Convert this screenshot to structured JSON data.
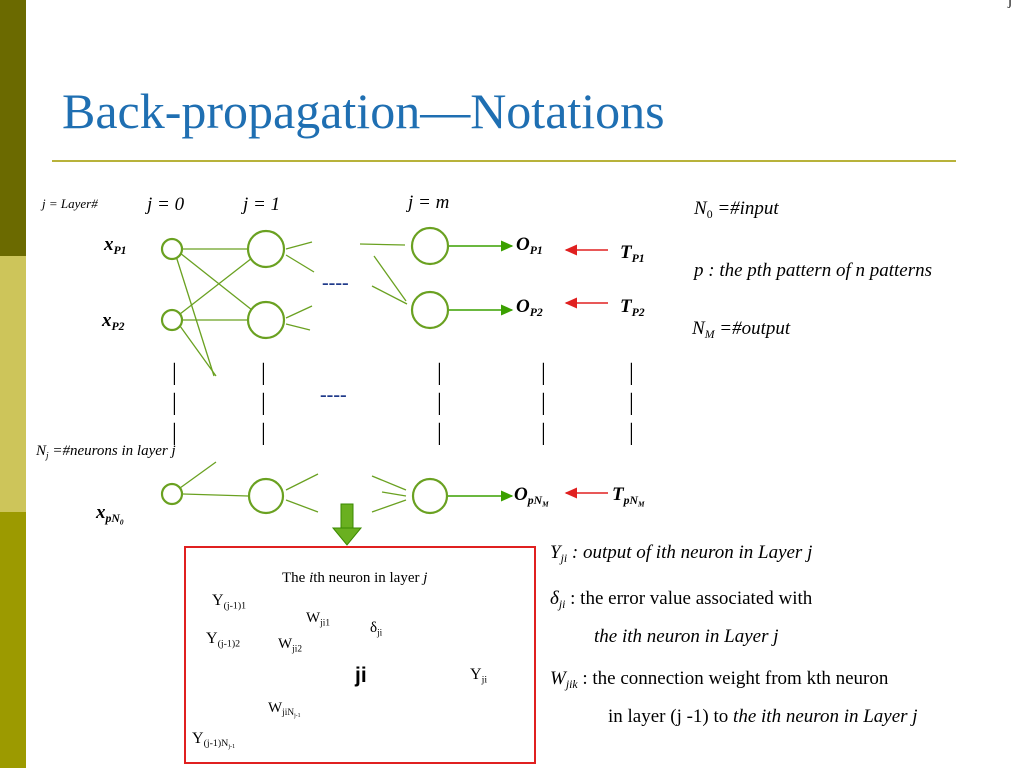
{
  "slide": {
    "title": "Back-propagation—Notations",
    "corner_mark": "j"
  },
  "colors": {
    "title": "#1f6fb2",
    "rule": "#b8b23a",
    "sidebar": [
      "#6b6a00",
      "#cdc55a",
      "#9c9a00"
    ],
    "node": "#6aa121",
    "arrow_green": "#3aa000",
    "arrow_red": "#e02020",
    "dashes": "#1f3a8a",
    "inset_border": "#e02020"
  },
  "network": {
    "layer_label": "j = Layer#",
    "layer_headers": [
      "j = 0",
      "j = 1",
      "j = m"
    ],
    "inputs": [
      {
        "base": "x",
        "sub": "P1"
      },
      {
        "base": "x",
        "sub": "P2"
      },
      {
        "base": "x",
        "sub": "pN",
        "subsub": "0"
      }
    ],
    "outputs": [
      {
        "base": "O",
        "sub": "P1"
      },
      {
        "base": "O",
        "sub": "P2"
      },
      {
        "base": "O",
        "sub": "pN",
        "subsub": "M"
      }
    ],
    "targets": [
      {
        "base": "T",
        "sub": "P1"
      },
      {
        "base": "T",
        "sub": "P2"
      },
      {
        "base": "T",
        "sub": "pN",
        "subsub": "M"
      }
    ],
    "dashes": [
      "----",
      "----"
    ],
    "vbar": "|",
    "neurons_def": {
      "base": "N",
      "sub": "j",
      "rest": " =#neurons in layer j"
    }
  },
  "definitions_top": [
    {
      "base": "N",
      "sub": "0",
      "rest": " =#input"
    },
    {
      "base": "",
      "sub": "",
      "rest": "p : the pth pattern of  n patterns"
    },
    {
      "base": "N",
      "sub": "M",
      "rest": " =#output"
    }
  ],
  "inset": {
    "title_a": "The ",
    "title_i": "i",
    "title_b": "th neuron in layer ",
    "title_j": "j",
    "neuron": "ji",
    "delta": "δ",
    "delta_sub": "ji",
    "inputs": [
      {
        "base": "Y",
        "sub": "(j-1)1"
      },
      {
        "base": "Y",
        "sub": "(j-1)2"
      },
      {
        "base": "Y",
        "sub": "(j-1)N",
        "subsub": "j-1"
      }
    ],
    "weights": [
      {
        "base": "W",
        "sub": "ji1"
      },
      {
        "base": "W",
        "sub": "ji2"
      },
      {
        "base": "W",
        "sub": "jiN",
        "subsub": "j-1"
      }
    ],
    "output": {
      "base": "Y",
      "sub": "ji"
    }
  },
  "definitions_bottom": {
    "y": {
      "base": "Y",
      "sub": "ji",
      "rest": " : output of  ith neuron in Layer  j"
    },
    "delta": {
      "base": "δ",
      "sub": "ji",
      "rest": " : the error value associated with",
      "line2": "the ith neuron in Layer  j"
    },
    "w": {
      "base": "W",
      "sub": "jik",
      "rest": " : the connection weight  from  kth neuron",
      "line2a": "in layer (j -1) to ",
      "line2b": "the ith neuron in Layer  j"
    }
  }
}
